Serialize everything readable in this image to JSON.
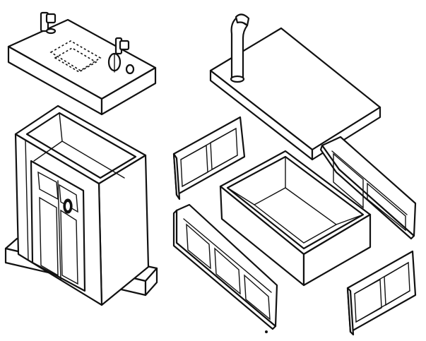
{
  "figure": {
    "type": "exploded-isometric-line-drawing",
    "style": "black ink on white",
    "colors": {
      "ink": "#111111",
      "background": "#ffffff"
    },
    "parts": [
      "sink-top-with-faucet-handles",
      "vanity-cabinet-with-door",
      "chest-lid-with-spout",
      "paneled-side-front-left",
      "paneled-side-back-right",
      "paneled-side-front-bottom",
      "paneled-side-back-bottom-right",
      "open-box-liner"
    ]
  }
}
